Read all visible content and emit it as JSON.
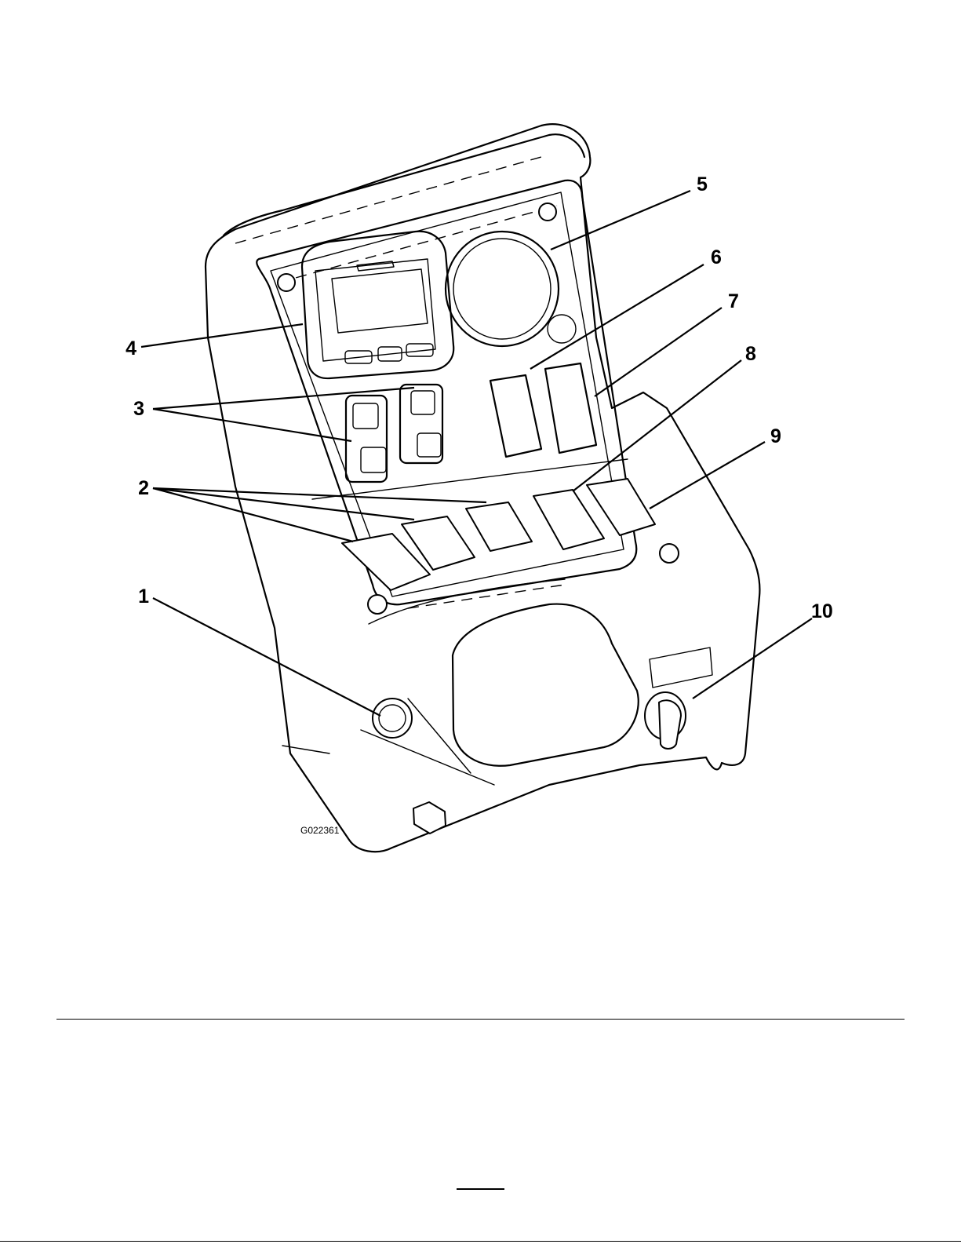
{
  "figure": {
    "id_label": "G022361",
    "callouts": [
      "1",
      "2",
      "3",
      "4",
      "5",
      "6",
      "7",
      "8",
      "9",
      "10"
    ]
  }
}
